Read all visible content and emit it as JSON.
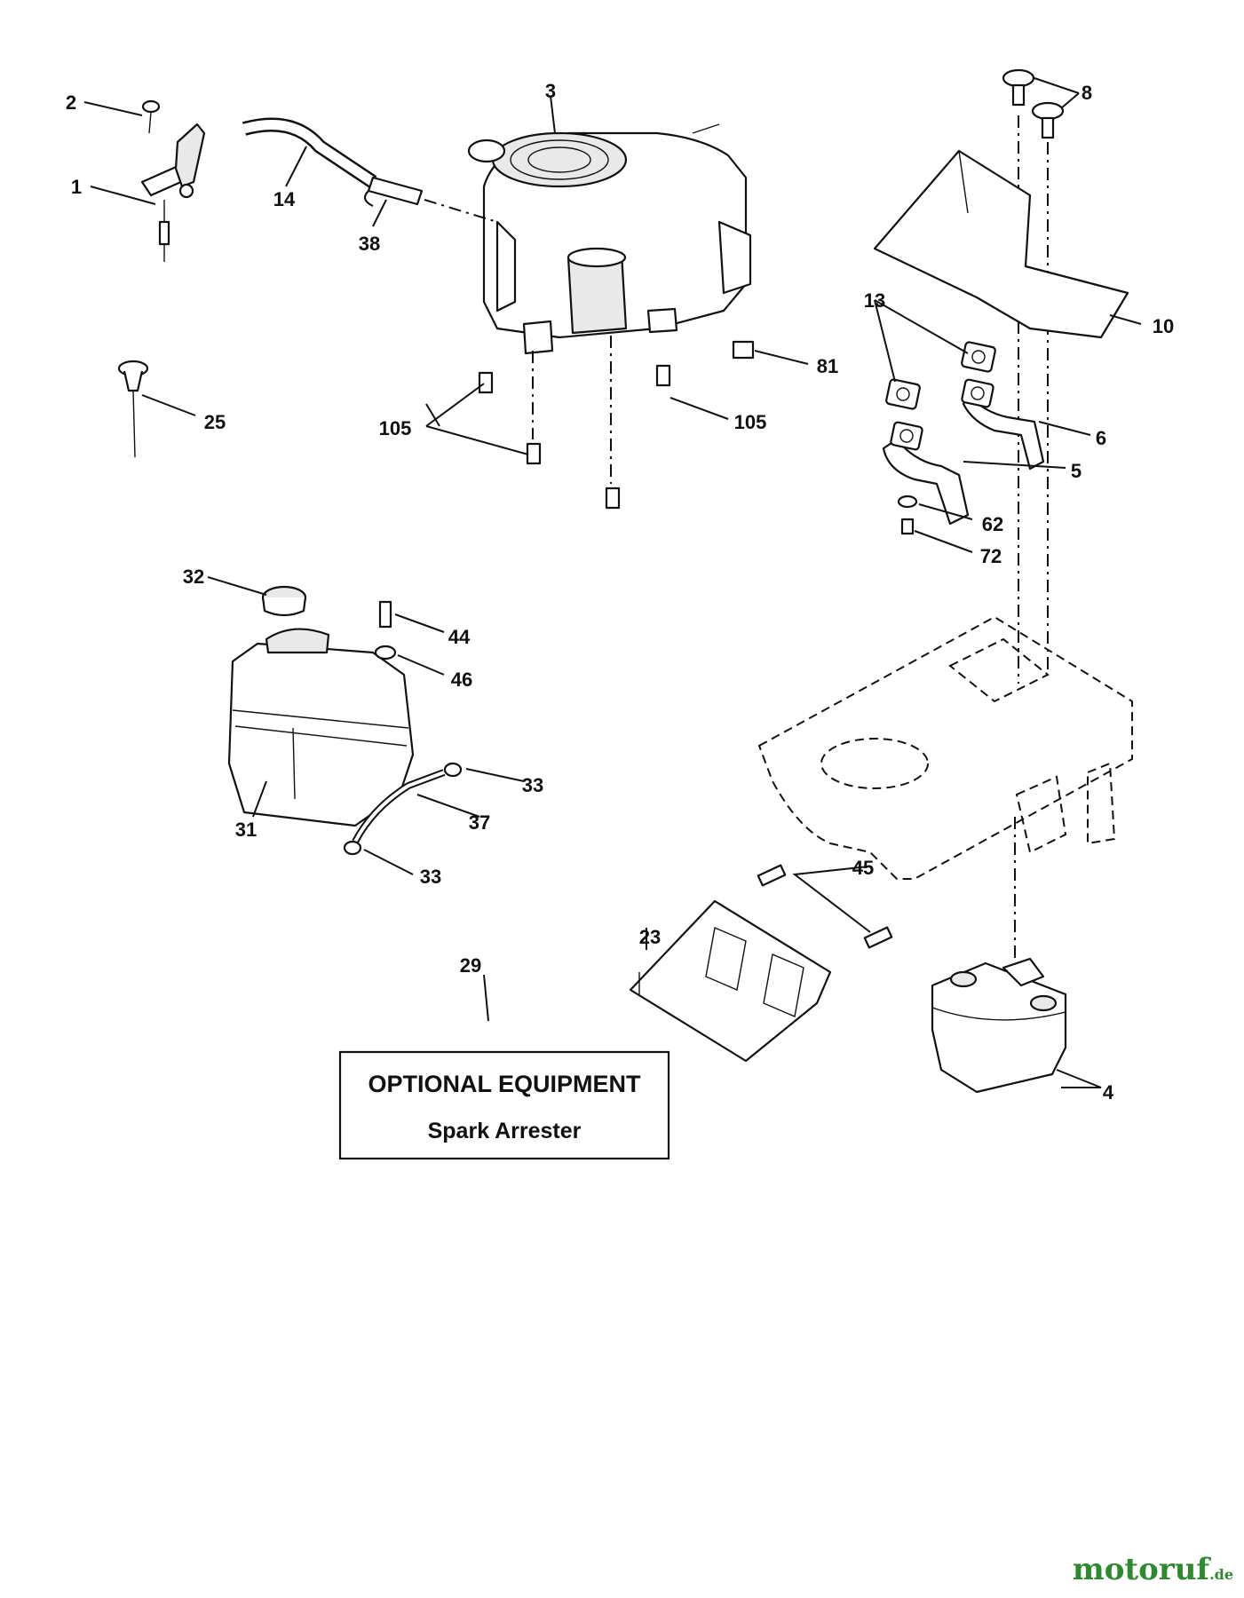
{
  "callouts": {
    "c1": "1",
    "c2": "2",
    "c3": "3",
    "c4": "4",
    "c5": "5",
    "c6": "6",
    "c8": "8",
    "c10": "10",
    "c13": "13",
    "c14": "14",
    "c23": "23",
    "c25": "25",
    "c29": "29",
    "c31": "31",
    "c32": "32",
    "c33a": "33",
    "c33b": "33",
    "c37": "37",
    "c38": "38",
    "c44": "44",
    "c45": "45",
    "c46": "46",
    "c62": "62",
    "c72": "72",
    "c81": "81",
    "c105a": "105",
    "c105b": "105"
  },
  "optional_box": {
    "title": "OPTIONAL EQUIPMENT",
    "subtitle": "Spark Arrester"
  },
  "watermark": {
    "brand": "motoruf",
    "tld": ".de",
    "color": "#2e8a2e"
  }
}
